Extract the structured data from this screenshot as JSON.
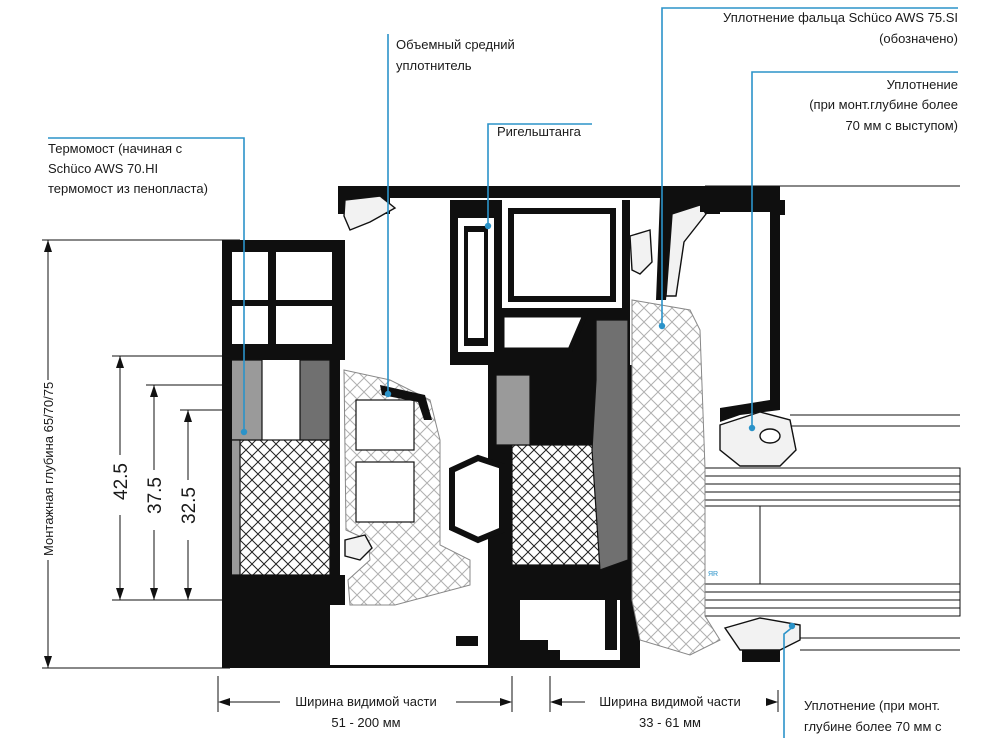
{
  "labels": {
    "thermal_bridge": [
      "Термомост (начиная с",
      "Schüco AWS 70.HI",
      "термомост из пенопласта)"
    ],
    "center_seal": [
      "Объемный средний",
      "уплотнитель"
    ],
    "transom": [
      "Ригельштанга"
    ],
    "rebate_seal": [
      "Уплотнение фальца Schüco AWS 75.SI",
      "(обозначено)"
    ],
    "seal_upper": [
      "Уплотнение",
      "(при монт.глубине более",
      "70 мм с выступом)"
    ],
    "seal_lower": [
      "Уплотнение (при монт.",
      "глубине более 70 мм с"
    ]
  },
  "dimensions": {
    "mounting_depth": "Монтажная глубина 65/70/75",
    "d1": "42.5",
    "d2": "37.5",
    "d3": "32.5",
    "visible_width_left": [
      "Ширина видимой части",
      "51 - 200 мм"
    ],
    "visible_width_right": [
      "Ширина видимой части",
      "33 - 61 мм"
    ]
  },
  "colors": {
    "leader": "#2b93c9",
    "aluminium": "#0f0f0f",
    "insulation_grey_light": "#9a9a9a",
    "insulation_grey_dark": "#707070"
  }
}
